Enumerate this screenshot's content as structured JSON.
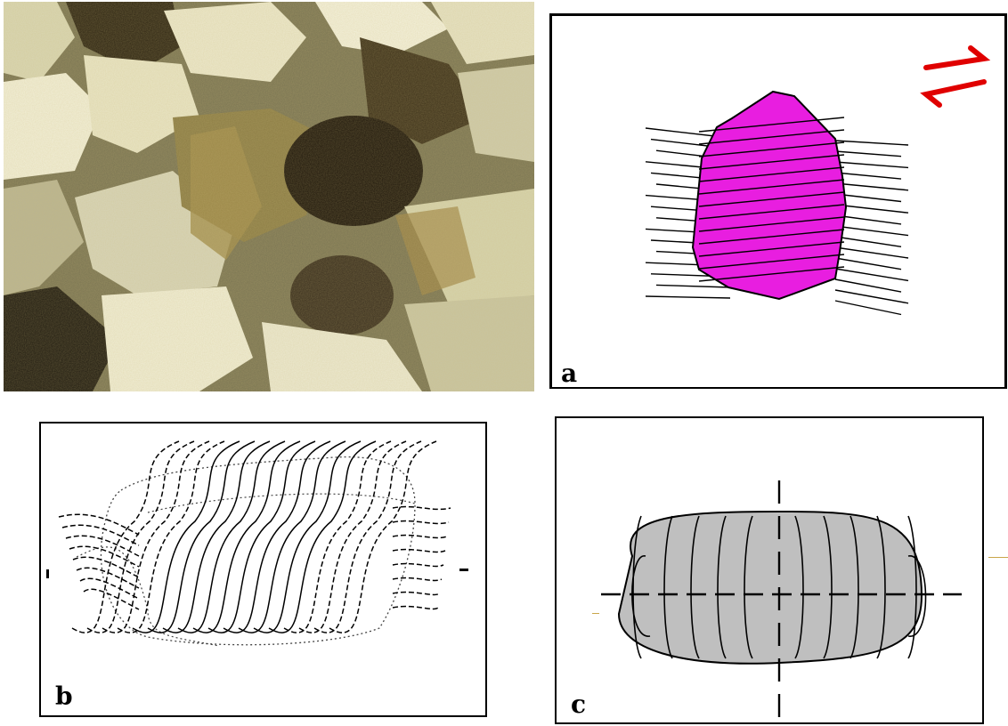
{
  "panels": {
    "a": {
      "label": "a",
      "porphyroblast_color": "#e81ee0",
      "shear_arrow_color": "#e00000"
    },
    "b": {
      "label": "b"
    },
    "c": {
      "label": "c",
      "fill_color": "#bfbfbf"
    }
  },
  "photo": {
    "palette": [
      "#f1eed5",
      "#dcd9b6",
      "#c8c29a",
      "#2a2112",
      "#3b2f1c",
      "#9c8a52"
    ]
  }
}
